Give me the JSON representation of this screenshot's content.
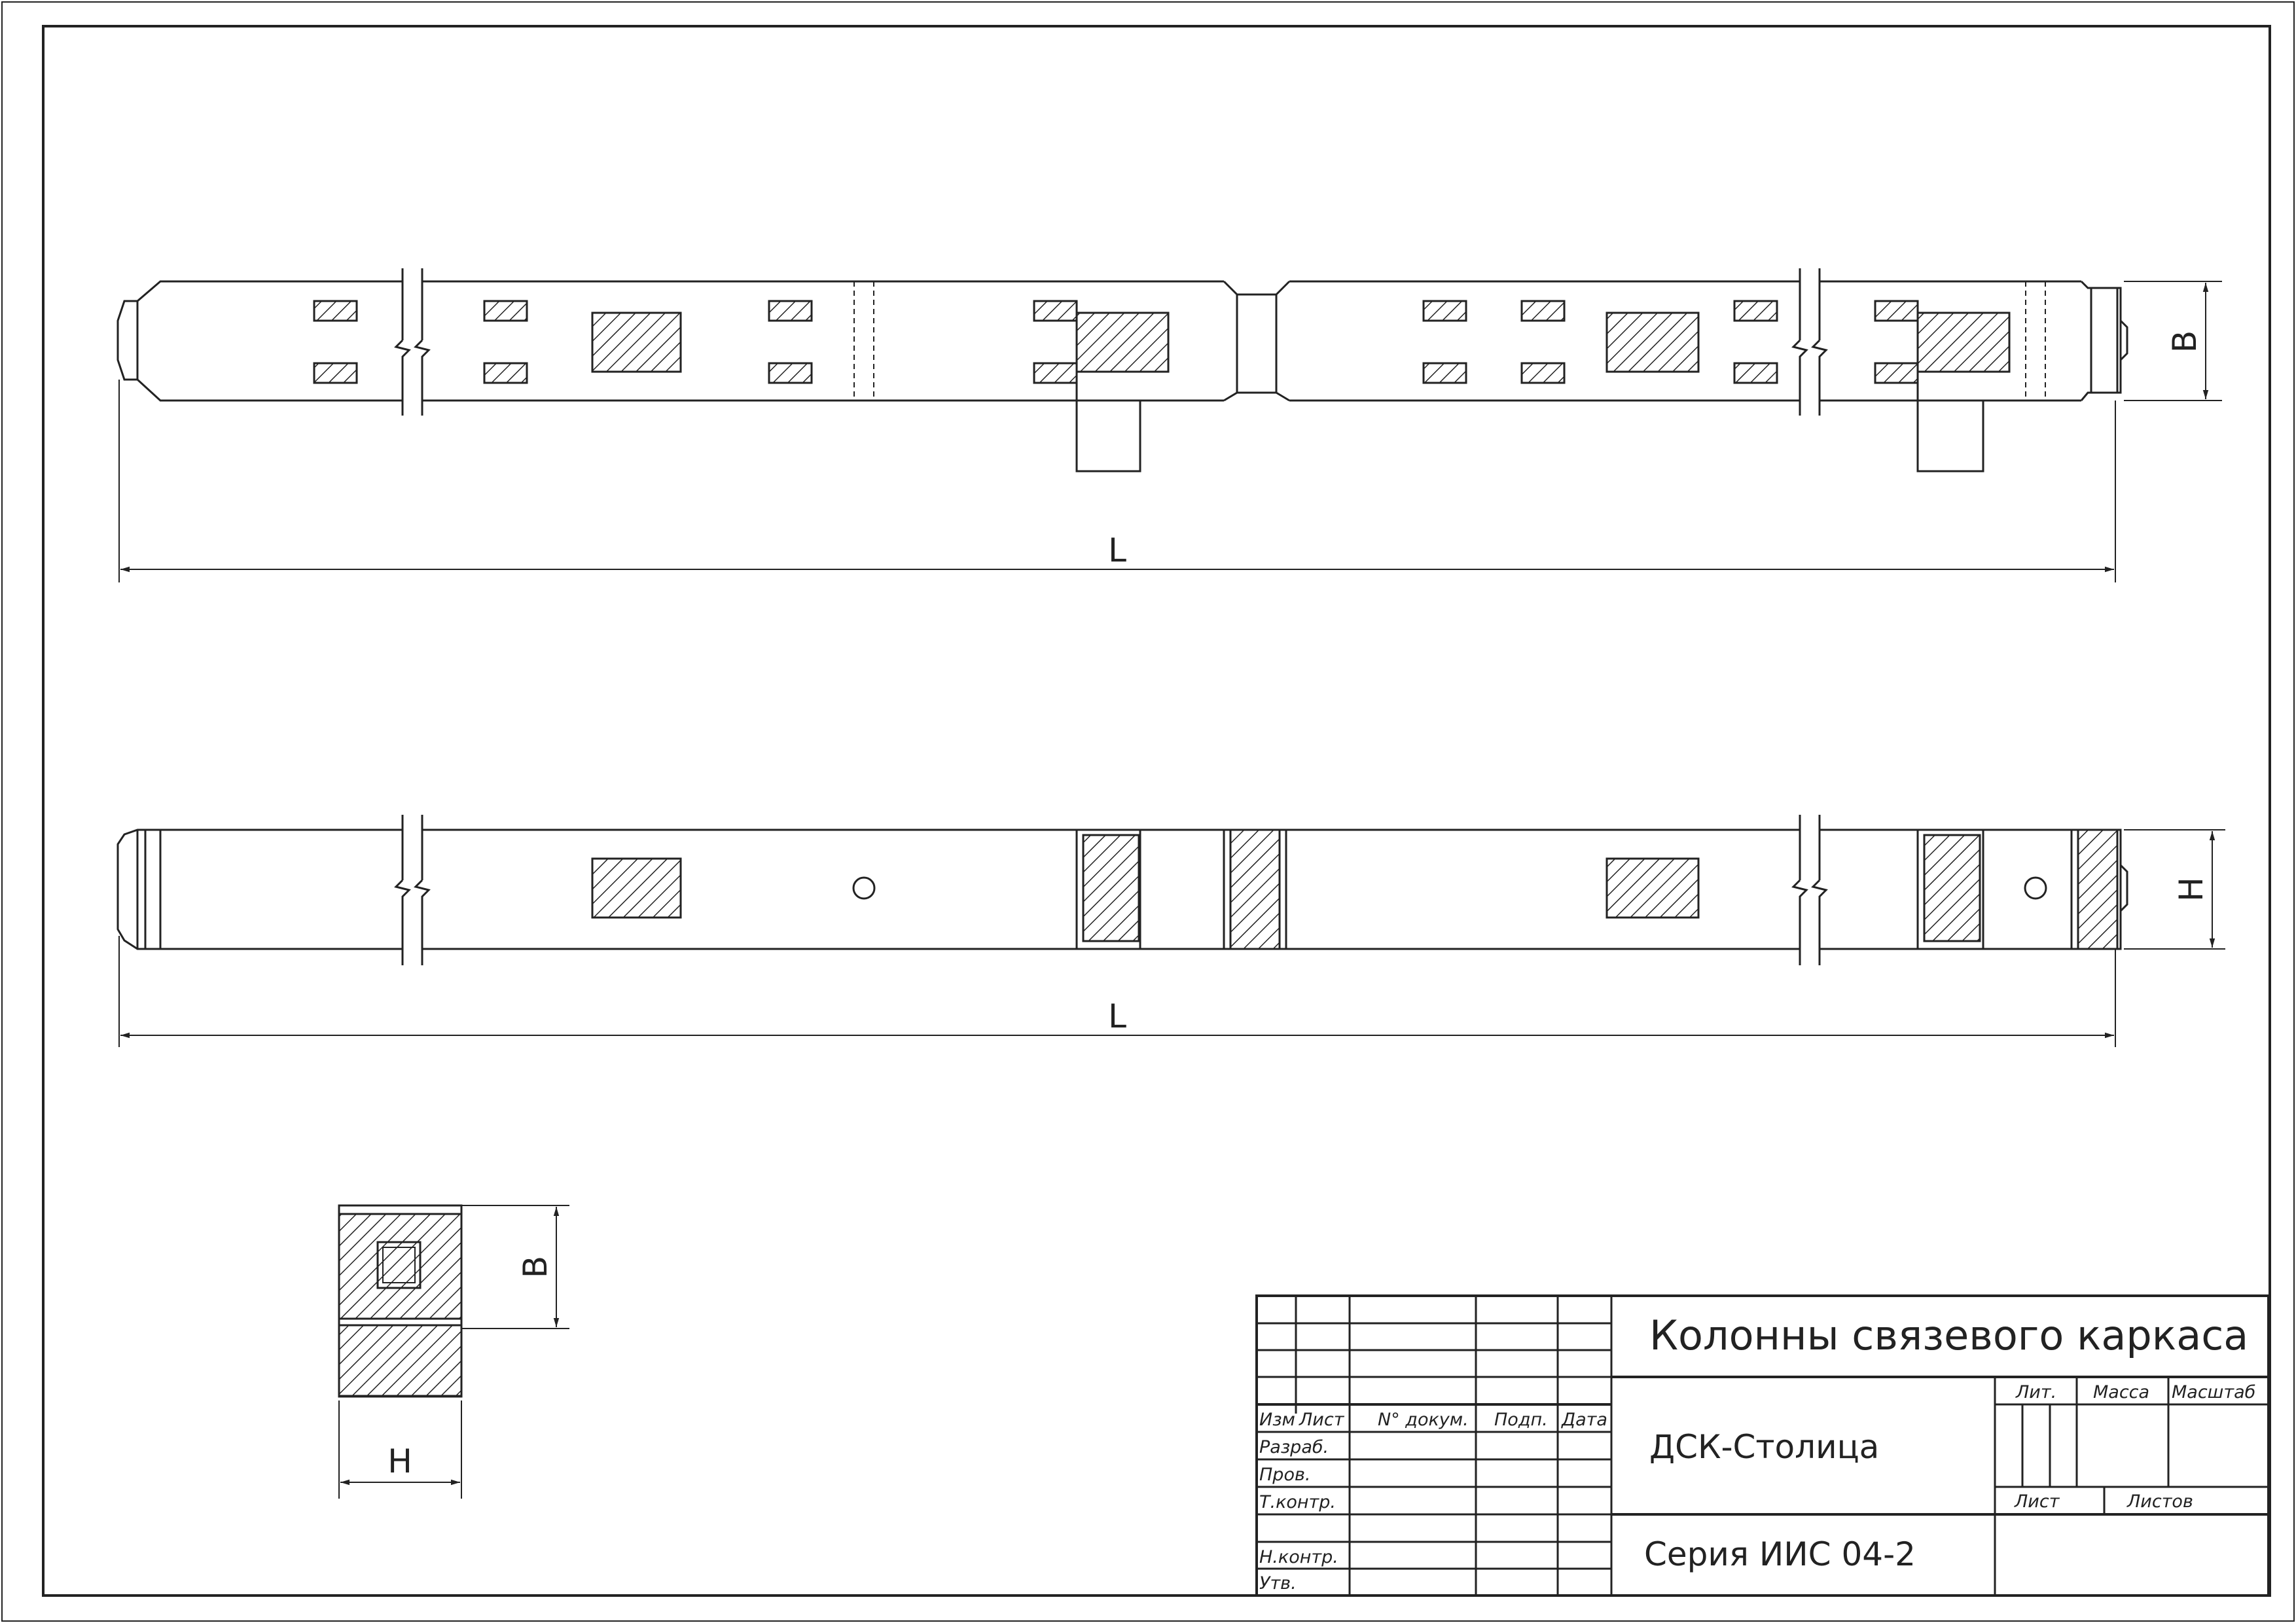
{
  "dimensions": {
    "length_label": "L",
    "width_label": "B",
    "height_label": "H"
  },
  "title_block": {
    "title": "Колонны связевого каркаса",
    "organization": "ДСК-Столица",
    "series": "Серия ИИС 04-2",
    "column_headers": {
      "izm": "Изм",
      "list": "Лист",
      "n_dokum": "N° докум.",
      "podp": "Подп.",
      "data": "Дата"
    },
    "roles": {
      "razrab": "Разраб.",
      "prov": "Пров.",
      "t_kontr": "Т.контр.",
      "n_kontr": "Н.контр.",
      "utv": "Утв."
    },
    "meta_labels": {
      "lit": "Лит.",
      "massa": "Масса",
      "masshtab": "Масштаб",
      "list": "Лист",
      "listov": "Листов"
    }
  }
}
